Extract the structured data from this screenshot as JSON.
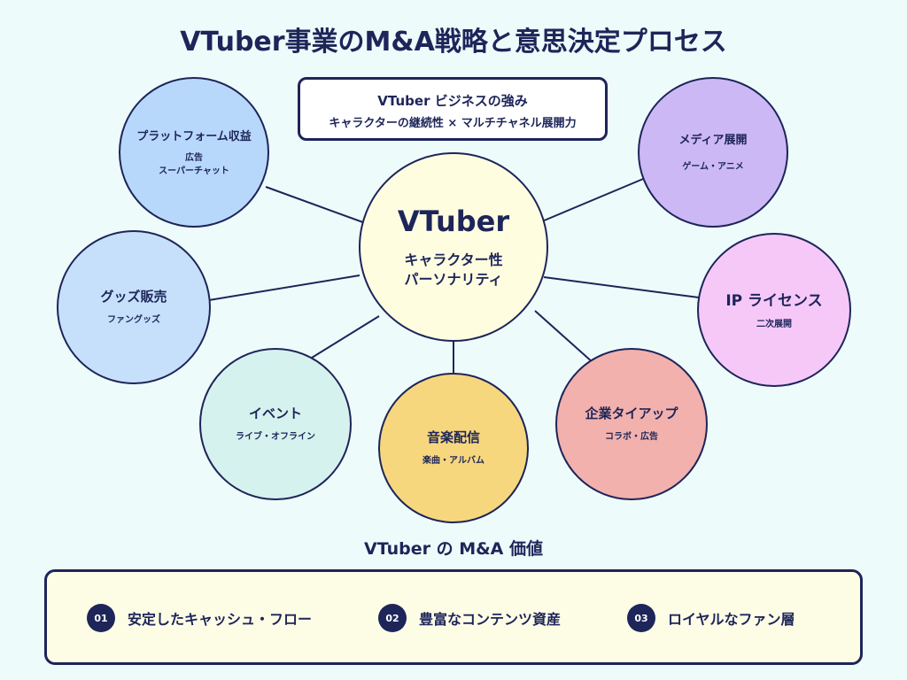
{
  "title": "VTuber事業のM&A戦略と意思決定プロセス",
  "strength": {
    "title": "VTuber ビジネスの強み",
    "subtitle": "キャラクターの継続性 × マルチチャネル展開力"
  },
  "hub": {
    "title": "VTuber",
    "subtitle": "キャラクター性\nパーソナリティ",
    "color": "#fffde0"
  },
  "nodes": {
    "platform": {
      "title": "プラットフォーム収益",
      "sub": "広告\nスーパーチャット",
      "color": "#b8d8fb"
    },
    "goods": {
      "title": "グッズ販売",
      "sub": "ファングッズ",
      "color": "#c6e0fb"
    },
    "event": {
      "title": "イベント",
      "sub": "ライブ・オフライン",
      "color": "#d6f2ee"
    },
    "music": {
      "title": "音楽配信",
      "sub": "楽曲・アルバム",
      "color": "#f7d77e"
    },
    "corporate": {
      "title": "企業タイアップ",
      "sub": "コラボ・広告",
      "color": "#f2b1ad"
    },
    "ip": {
      "title": "IP ライセンス",
      "sub": "二次展開",
      "color": "#f6c8f8"
    },
    "media": {
      "title": "メディア展開",
      "sub": "ゲーム・アニメ",
      "color": "#cdb8f6"
    }
  },
  "values": {
    "heading": "VTuber の M&A 価値",
    "items": [
      {
        "num": "01",
        "label": "安定したキャッシュ・フロー"
      },
      {
        "num": "02",
        "label": "豊富なコンテンツ資産"
      },
      {
        "num": "03",
        "label": "ロイヤルなファン層"
      }
    ]
  },
  "colors": {
    "ink": "#1d2559",
    "background": "#eefbfb"
  }
}
